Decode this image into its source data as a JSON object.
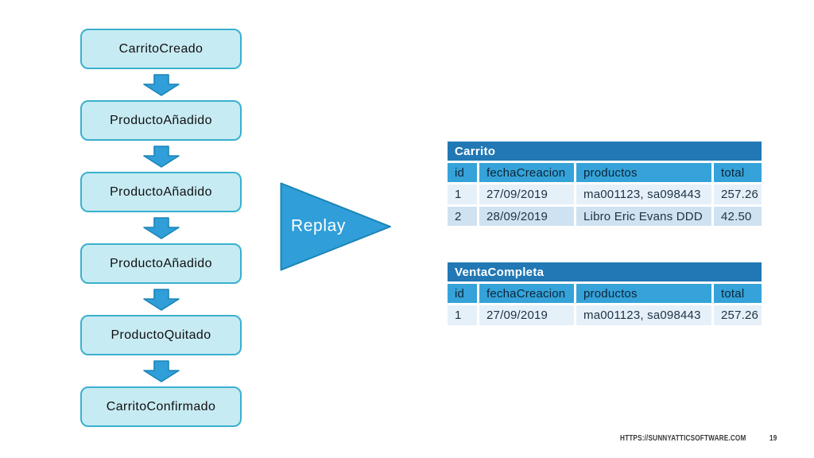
{
  "colors": {
    "box_fill": "#c7ebf3",
    "box_border": "#3ab0cf",
    "arrow_fill": "#2f9ed9",
    "arrow_border": "#1c85b5",
    "replay_fill": "#2f9ed9",
    "replay_border": "#1c85b5",
    "table_title_bg": "#2178b5",
    "table_header_bg": "#35a3d9",
    "row_light": "#e6f0f9",
    "row_alt": "#cfe2f1",
    "header_text": "#0e2438",
    "cell_text": "#1d3245"
  },
  "flow": {
    "events": [
      "CarritoCreado",
      "ProductoAñadido",
      "ProductoAñadido",
      "ProductoAñadido",
      "ProductoQuitado",
      "CarritoConfirmado"
    ]
  },
  "replay": {
    "label": "Replay"
  },
  "tables": [
    {
      "title": "Carrito",
      "columns": [
        "id",
        "fechaCreacion",
        "productos",
        "total"
      ],
      "rows": [
        [
          "1",
          "27/09/2019",
          "ma001123, sa098443",
          "257.26"
        ],
        [
          "2",
          "28/09/2019",
          "Libro Eric Evans DDD",
          "42.50"
        ]
      ]
    },
    {
      "title": "VentaCompleta",
      "columns": [
        "id",
        "fechaCreacion",
        "productos",
        "total"
      ],
      "rows": [
        [
          "1",
          "27/09/2019",
          "ma001123, sa098443",
          "257.26"
        ]
      ]
    }
  ],
  "footer": {
    "url": "HTTPS://SUNNYATTICSOFTWARE.COM",
    "page": "19"
  }
}
